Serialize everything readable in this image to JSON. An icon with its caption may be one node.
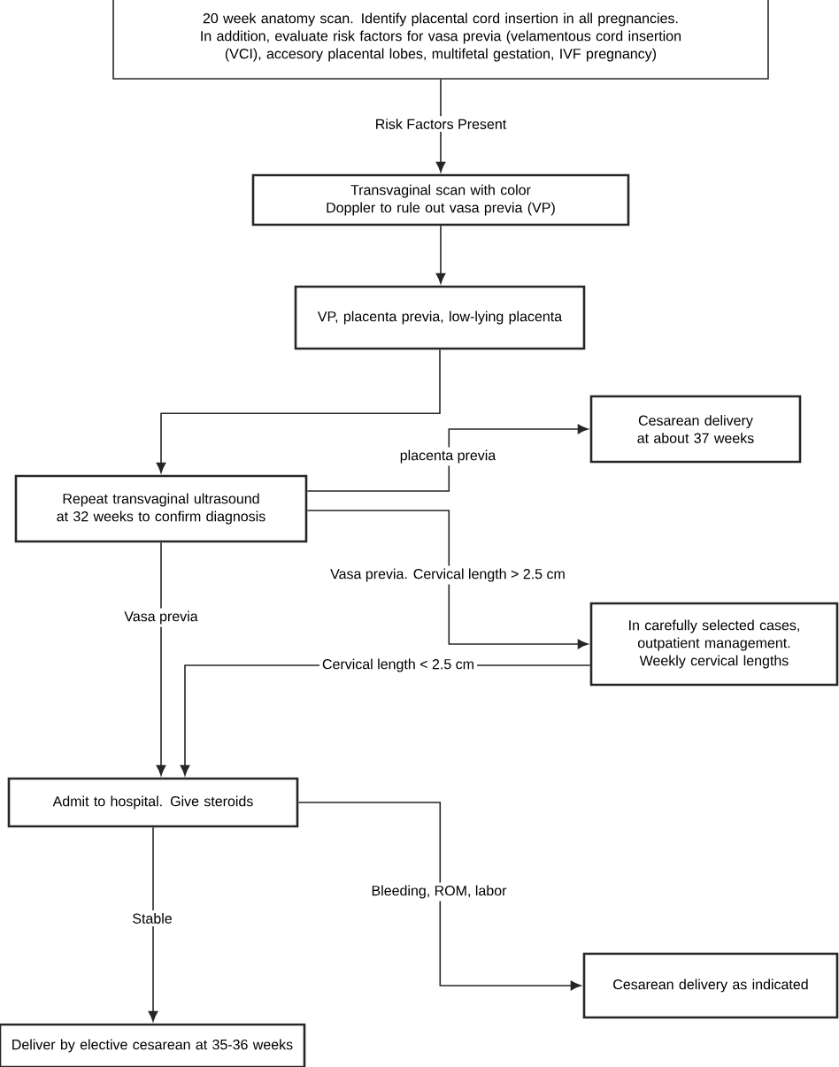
{
  "diagram": {
    "nodes": [
      {
        "text": [
          "20 week anatomy scan. Identify placental cord insertion in all pregnancies. In addition,  evaluate risk factors for vasa previa (velamentous cord insertion (VCI), accesory placental lobes, multifetal gestation, IVF pregnancy)"
        ]
      },
      {
        "text": [
          "Transvaginal scan with color Doppler to rule out vasa previa (VP)"
        ]
      },
      {
        "text": [
          "VP, placenta previa, low-lying placenta"
        ]
      },
      {
        "text": [
          "Repeat transvaginal ultrasound at 32 weeks to confirm diagnosis"
        ]
      },
      {
        "text": [
          "Cesarean delivery at about 37 weeks"
        ]
      },
      {
        "text": [
          "In carefully selected cases, outpatient management. Weekly cervical lengths"
        ]
      },
      {
        "text": [
          "Admit to hospital. Give steroids"
        ]
      },
      {
        "text": [
          "Cesarean delivery as indicated"
        ]
      },
      {
        "text": [
          "Deliver by elective cesarean at 35-36 weeks"
        ]
      }
    ],
    "edges": [
      {
        "from": 0,
        "to": 1,
        "arrow": "to",
        "label": "Risk Factors Present"
      },
      {
        "from": 1,
        "to": 2,
        "arrow": "to"
      },
      {
        "from": 2,
        "to": 3,
        "arrow": "to"
      },
      {
        "from": 3,
        "to": 4,
        "arrow": "to",
        "label": "placenta  previa"
      },
      {
        "from": 3,
        "to": 5,
        "arrow": "to",
        "label": "Vasa previa. Cervical length > 2.5 cm"
      },
      {
        "from": 3,
        "to": 6,
        "arrow": "to",
        "label": "Vasa previa"
      },
      {
        "from": 5,
        "to": 6,
        "arrow": "to",
        "label": "Cervical length < 2.5 cm"
      },
      {
        "from": 6,
        "to": 7,
        "arrow": "to",
        "label": "Bleeding, ROM, labor"
      },
      {
        "from": 6,
        "to": 8,
        "arrow": "to",
        "label": "Stable"
      }
    ]
  }
}
